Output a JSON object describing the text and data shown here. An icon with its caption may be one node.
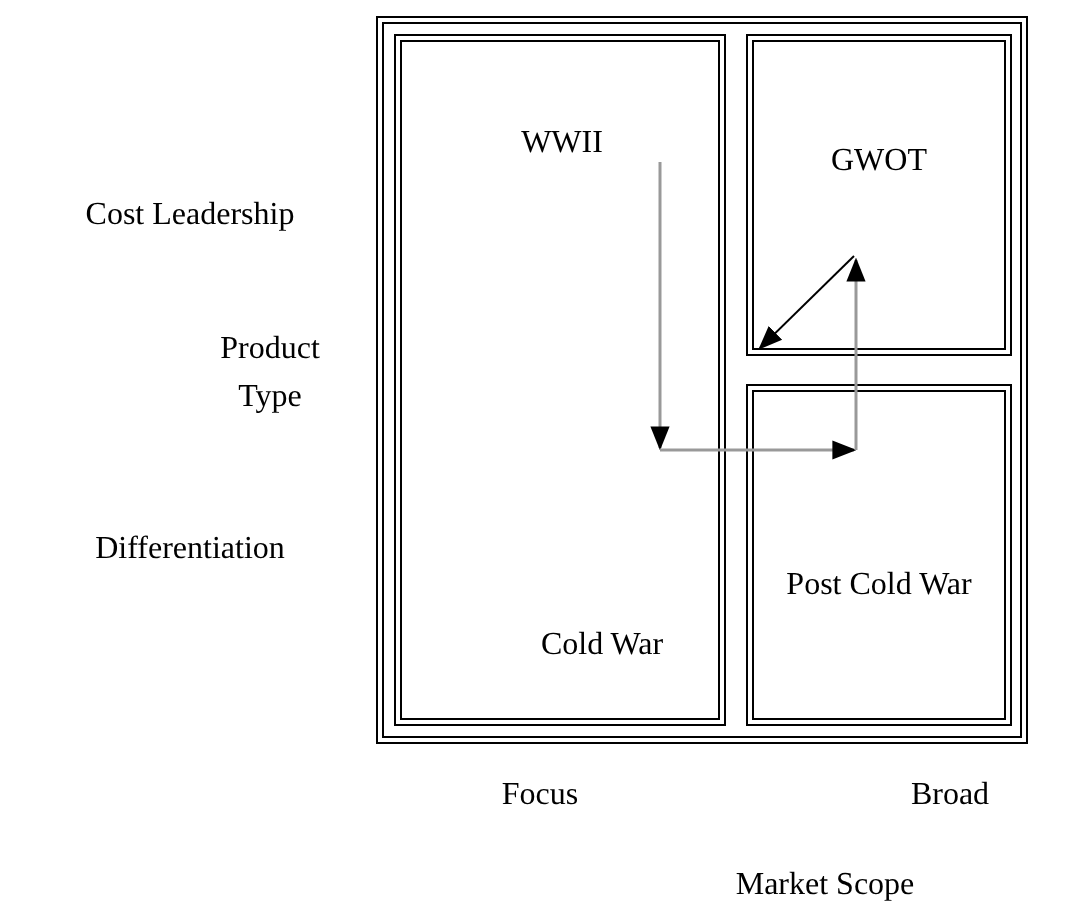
{
  "diagram": {
    "nodes": [
      {
        "text": [],
        "shape": "box"
      },
      {
        "text": [
          "WWII"
        ],
        "in": 0
      },
      {
        "text": [
          "Cold War"
        ],
        "in": 0
      },
      {
        "text": [
          "GWOT"
        ]
      },
      {
        "text": [
          "Post Cold War"
        ]
      }
    ],
    "edges": [
      {
        "from": 1,
        "to": null,
        "arrow": "to"
      },
      {
        "from": null,
        "to": 4,
        "arrow": "to"
      },
      {
        "from": 4,
        "to": 3,
        "arrow": "to"
      },
      {
        "from": null,
        "to": 3,
        "arrow": "to",
        "color": "#000000"
      }
    ],
    "labels": [
      "Cost Leadership",
      "Product Type",
      "Differentiation",
      "Focus",
      "Broad",
      "Market Scope"
    ]
  }
}
